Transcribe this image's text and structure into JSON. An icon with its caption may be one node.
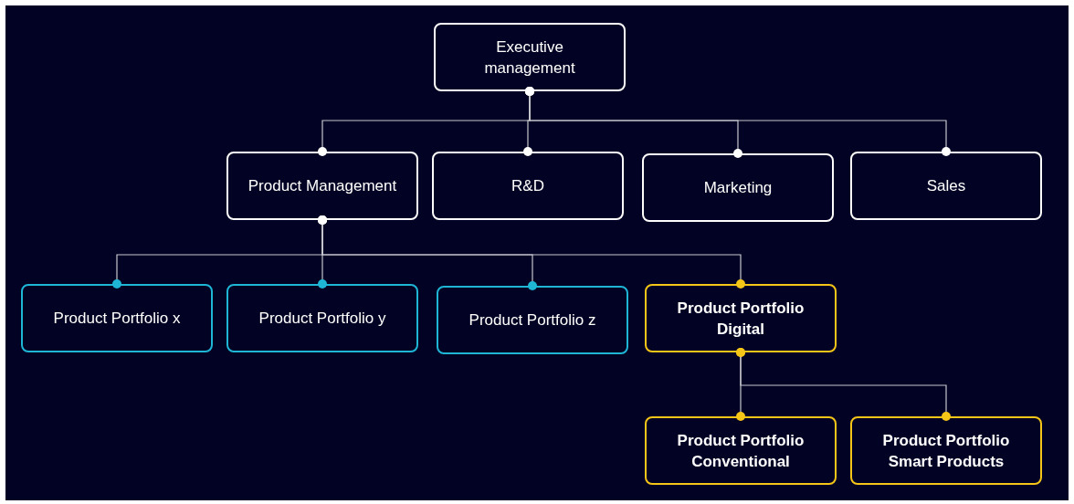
{
  "diagram": {
    "nodes": [
      {
        "text": [
          "Executive management"
        ]
      },
      {
        "text": [
          "Product Management"
        ]
      },
      {
        "text": [
          "R&D"
        ]
      },
      {
        "text": [
          "Marketing"
        ]
      },
      {
        "text": [
          "Sales"
        ]
      },
      {
        "text": [
          "Product Portfolio x"
        ]
      },
      {
        "text": [
          "Product Portfolio y"
        ]
      },
      {
        "text": [
          "Product Portfolio z"
        ]
      },
      {
        "text": [
          "Product Portfolio Digital"
        ]
      },
      {
        "text": [
          "Product Portfolio Conventional"
        ]
      },
      {
        "text": [
          "Product Portfolio Smart Products"
        ]
      }
    ],
    "edges": [
      {
        "from": 0,
        "to": 1,
        "arrow": "other"
      },
      {
        "from": 0,
        "to": 2,
        "arrow": "other"
      },
      {
        "from": 0,
        "to": 3,
        "arrow": "other"
      },
      {
        "from": 0,
        "to": 4,
        "arrow": "other"
      },
      {
        "from": 1,
        "to": 5,
        "arrow": "other"
      },
      {
        "from": 1,
        "to": 6,
        "arrow": "other"
      },
      {
        "from": 1,
        "to": 7,
        "arrow": "other"
      },
      {
        "from": 1,
        "to": 8,
        "arrow": "other"
      },
      {
        "from": 8,
        "to": 9,
        "arrow": "other"
      },
      {
        "from": 8,
        "to": 10,
        "arrow": "other"
      }
    ]
  }
}
